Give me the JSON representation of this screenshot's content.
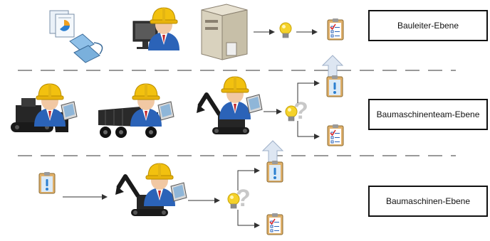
{
  "levels": [
    {
      "label": "Bauleiter-Ebene"
    },
    {
      "label": "Baumaschinenteam-Ebene"
    },
    {
      "label": "Baumaschinen-Ebene"
    }
  ],
  "icons": {
    "documents": "documents-phone-icon",
    "site_manager": "site-manager-computer-icon",
    "server": "server-icon",
    "idea": "lightbulb-icon",
    "task": "clipboard-checklist-icon",
    "info": "clipboard-info-icon",
    "upward_flow": "upward-arrow-icon",
    "operator": "hardhat-operator-icon",
    "dozer": "bulldozer-icon",
    "dump_truck": "dump-truck-icon",
    "excavator": "excavator-icon"
  },
  "colors": {
    "hardhat": "#f2c10f",
    "person": "#2b63b8",
    "bulb": "#f5d22a",
    "clipboard": "#e0b06a",
    "arrow_up": "#dde6f2",
    "divider": "#999999",
    "machine": "#1a1a1a"
  }
}
